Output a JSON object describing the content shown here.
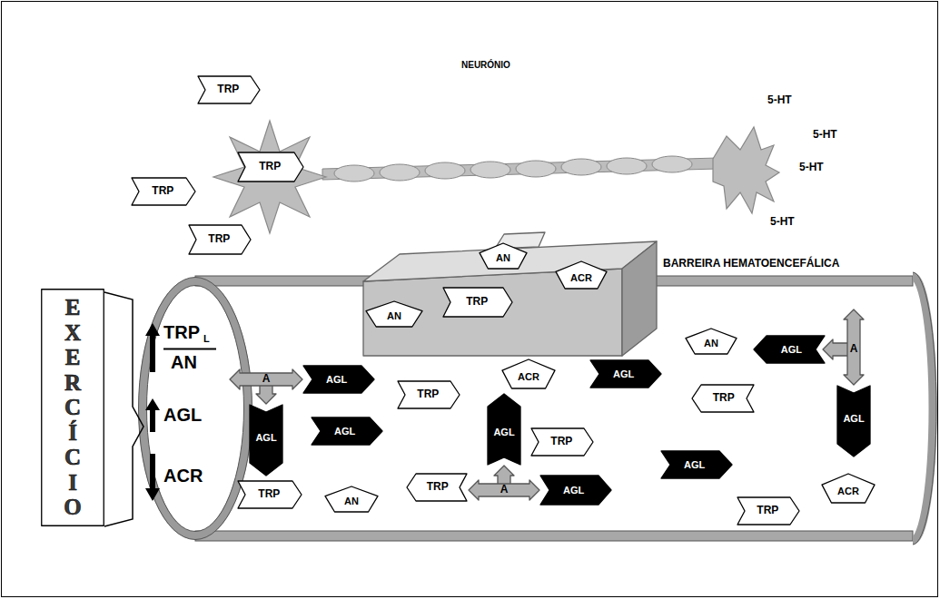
{
  "diagram": {
    "nodes": [
      {
        "text": [
          "TRP"
        ]
      },
      {
        "text": [
          "TRP"
        ]
      },
      {
        "text": [
          "TRP"
        ]
      },
      {
        "text": [
          "TRP"
        ]
      },
      {
        "text": [
          "BARREIRA HEMATOENCEFÁLICA"
        ]
      },
      {
        "text": [
          "AN"
        ],
        "in": 4
      },
      {
        "text": [
          "ACR"
        ],
        "in": 4
      },
      {
        "text": [
          "AN"
        ],
        "in": 4
      },
      {
        "text": [
          "TRP"
        ],
        "in": 4
      },
      {
        "text": [
          "EXERCÍCIO"
        ]
      },
      {
        "text": [
          "AN"
        ]
      },
      {
        "text": [
          "A"
        ]
      },
      {
        "text": [
          "AGL"
        ]
      },
      {
        "text": [
          "ACR"
        ]
      },
      {
        "text": [
          "AGL"
        ]
      },
      {
        "text": [
          "A"
        ]
      },
      {
        "text": [
          "AGL"
        ]
      },
      {
        "text": [
          "TRP"
        ]
      },
      {
        "text": [
          "TRP"
        ]
      },
      {
        "text": [
          "AGL"
        ]
      },
      {
        "text": [
          "AGL"
        ]
      },
      {
        "text": [
          "AGL"
        ]
      },
      {
        "text": [
          "AGL"
        ]
      },
      {
        "text": [
          "TRP"
        ]
      },
      {
        "text": [
          "AGL"
        ]
      },
      {
        "text": [
          "TRP"
        ]
      },
      {
        "text": [
          "A"
        ]
      },
      {
        "text": [
          "AGL"
        ]
      },
      {
        "text": [
          "TRP"
        ]
      },
      {
        "text": [
          "ACR"
        ]
      },
      {
        "text": [
          "AN"
        ]
      },
      {
        "text": [
          "TRP"
        ]
      }
    ],
    "labels": [
      "NEURÓNIO",
      "5-HT",
      "5-HT",
      "5-HT",
      "5-HT",
      "TRP",
      "L",
      "AN",
      "AGL",
      "ACR"
    ]
  }
}
